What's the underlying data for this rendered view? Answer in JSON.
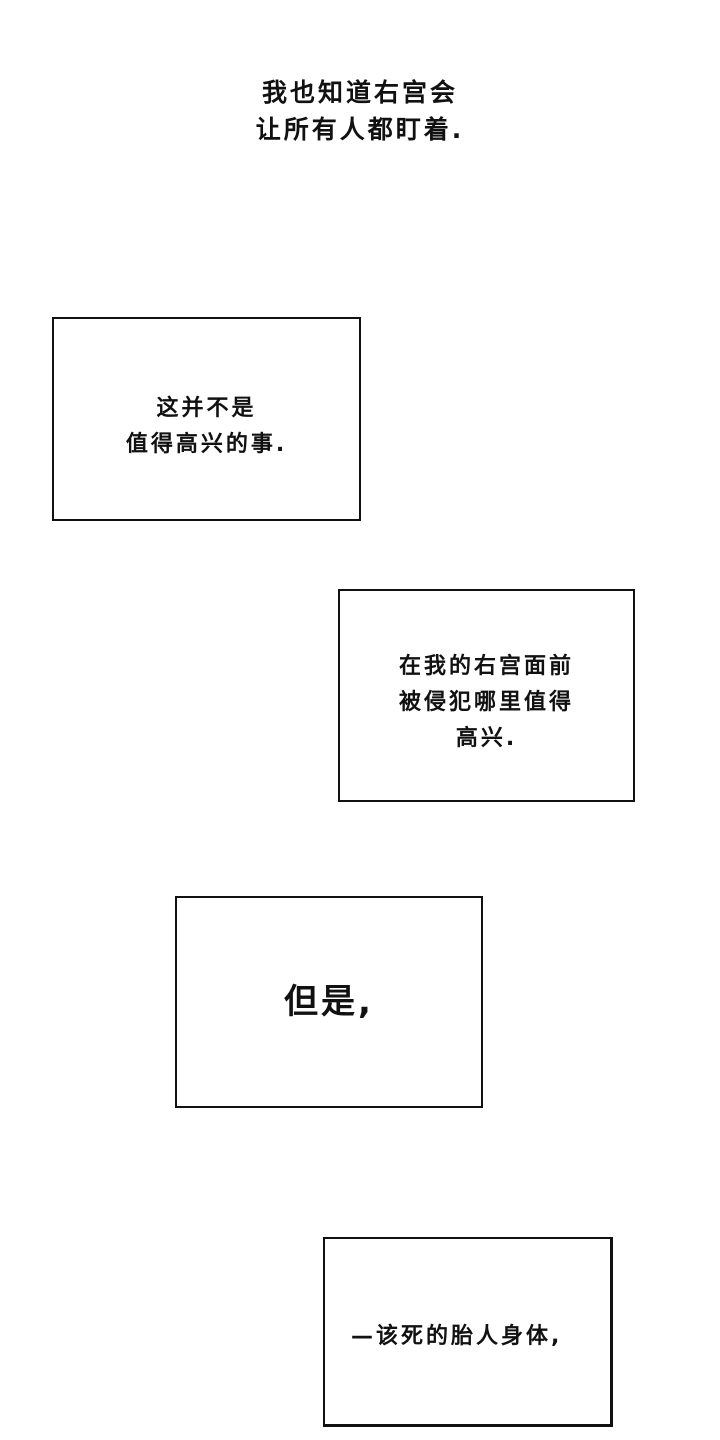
{
  "caption": {
    "lines": [
      "我也知道右宫会",
      "让所有人都盯着."
    ]
  },
  "panels": [
    {
      "lines": [
        "这并不是",
        "值得高兴的事."
      ]
    },
    {
      "lines": [
        "在我的右宫面前",
        "被侵犯哪里值得",
        "高兴."
      ]
    },
    {
      "lines": [
        "但是,"
      ]
    },
    {
      "lines": [
        "—该死的胎人身体,"
      ]
    }
  ]
}
